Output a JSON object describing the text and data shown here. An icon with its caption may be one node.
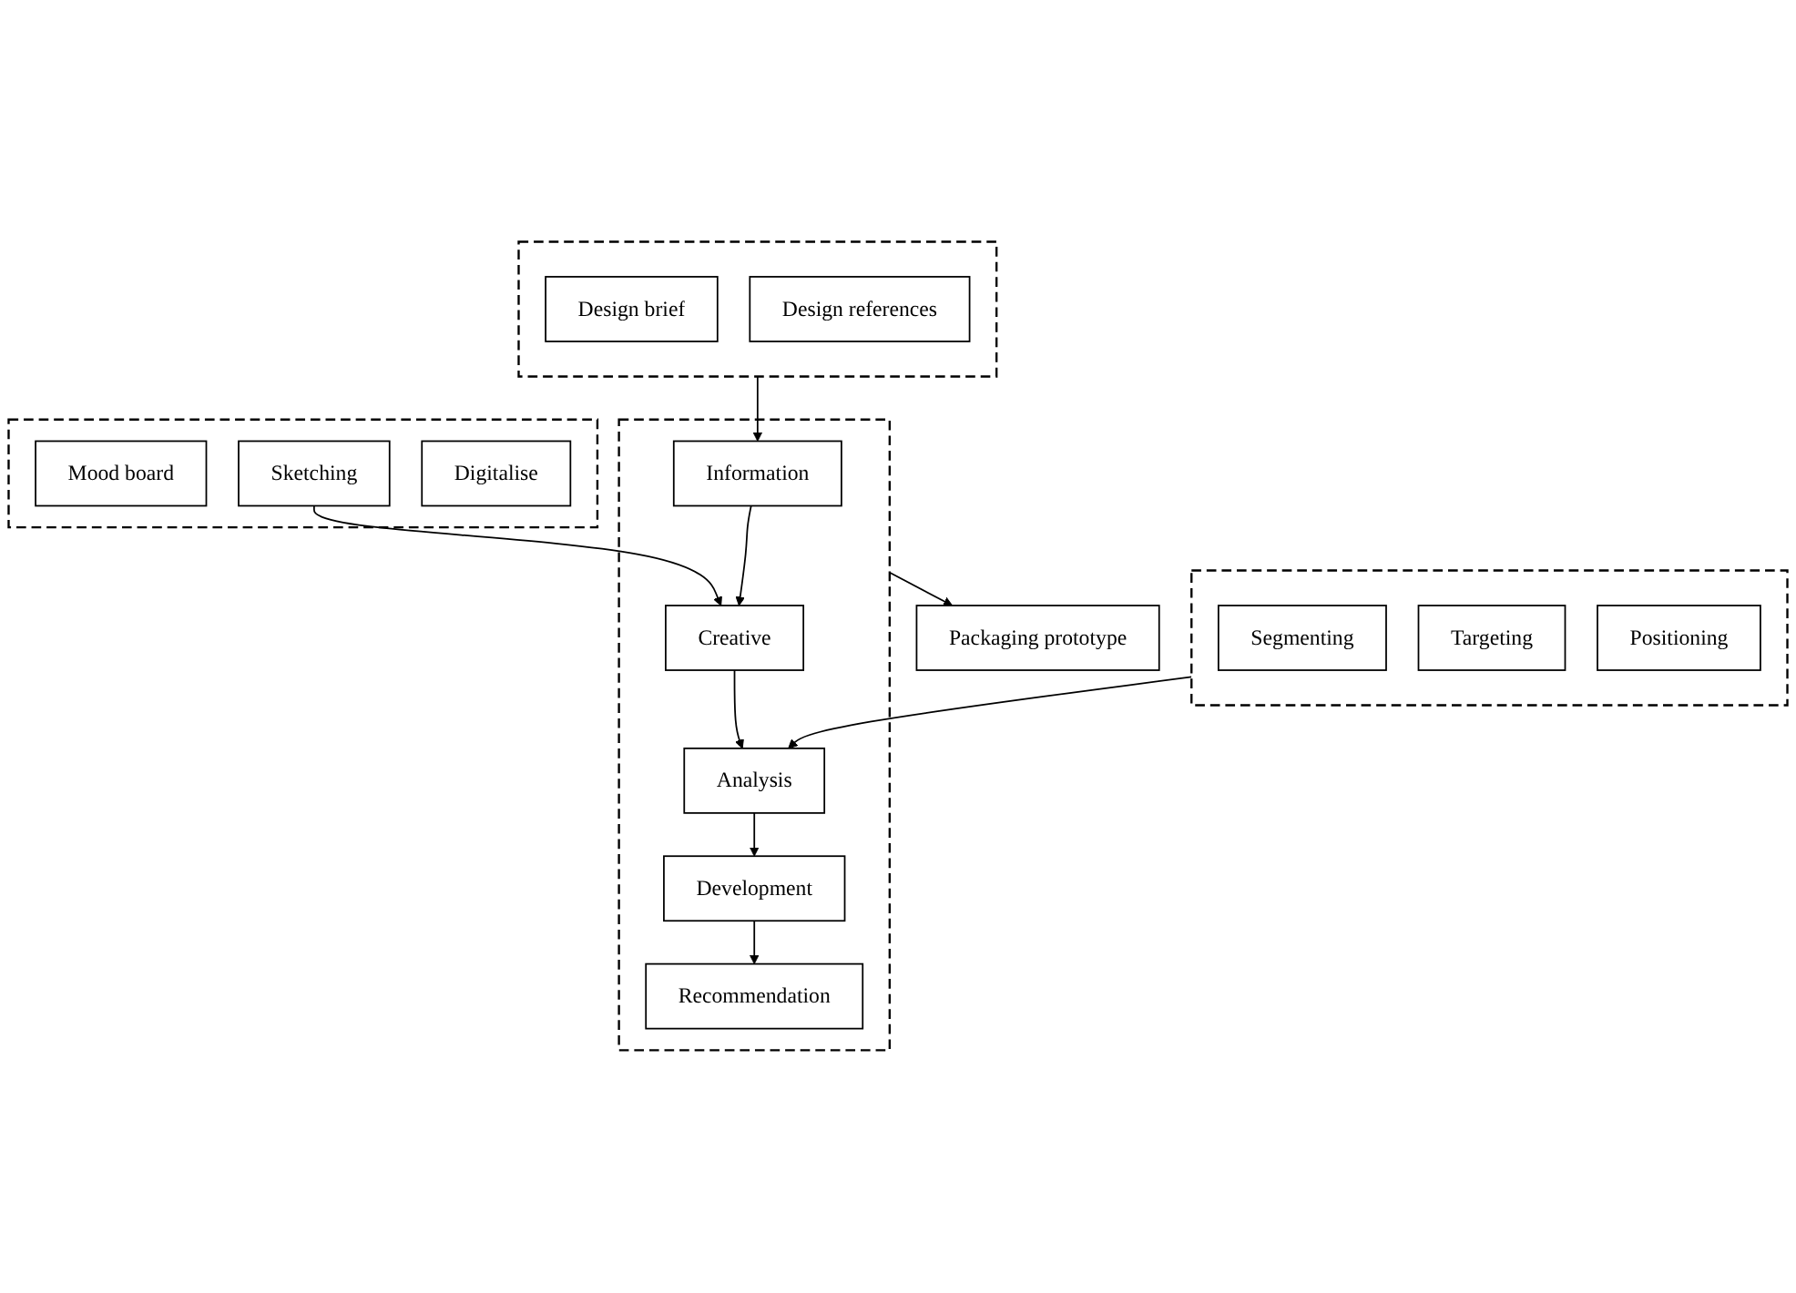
{
  "diagram": {
    "nodes": [
      {
        "text": [],
        "shape": "box"
      },
      {
        "text": [
          "Mood board"
        ],
        "in": 0
      },
      {
        "text": [
          "Sketching"
        ],
        "in": 0
      },
      {
        "text": [
          "Digitalise"
        ],
        "in": 0
      },
      {
        "text": [],
        "shape": "box"
      },
      {
        "text": [
          "Information"
        ],
        "in": 4
      },
      {
        "text": [
          "Creative"
        ],
        "in": 4
      },
      {
        "text": [
          "Analysis"
        ],
        "in": 4
      },
      {
        "text": [
          "Development"
        ],
        "in": 4
      },
      {
        "text": [
          "Recommendation"
        ],
        "in": 4
      },
      {
        "text": [],
        "shape": "box"
      },
      {
        "text": [
          "Design brief"
        ],
        "in": 10
      },
      {
        "text": [
          "Design references"
        ],
        "in": 10
      },
      {
        "text": [],
        "shape": "box"
      },
      {
        "text": [
          "Segmenting"
        ],
        "in": 13
      },
      {
        "text": [
          "Targeting"
        ],
        "in": 13
      },
      {
        "text": [
          "Positioning"
        ],
        "in": 13
      },
      {
        "text": [
          "Packaging prototype"
        ]
      }
    ],
    "edges": [
      {
        "from": 10,
        "to": 5,
        "arrow": "to"
      },
      {
        "from": 2,
        "to": 6,
        "arrow": "to"
      },
      {
        "from": 5,
        "to": 6,
        "arrow": "to"
      },
      {
        "from": 6,
        "to": 7,
        "arrow": "to"
      },
      {
        "from": 13,
        "to": 7,
        "arrow": "to"
      },
      {
        "from": 7,
        "to": 8,
        "arrow": "to"
      },
      {
        "from": 8,
        "to": 9,
        "arrow": "to"
      },
      {
        "from": 4,
        "to": 17,
        "arrow": "to"
      }
    ]
  }
}
